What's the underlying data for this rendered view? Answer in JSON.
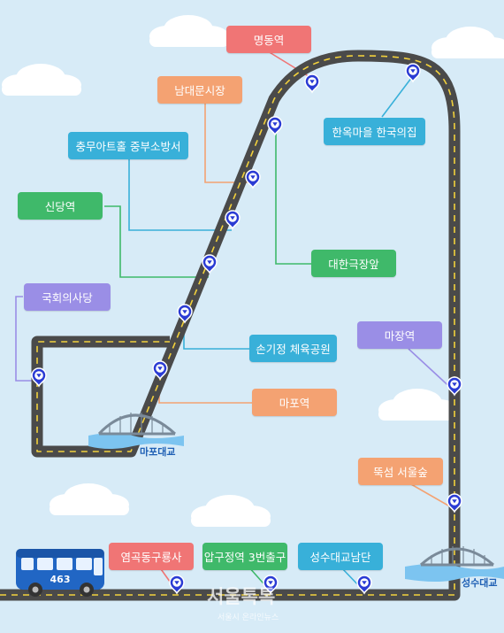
{
  "stops": [
    {
      "id": "myeongdong",
      "label": "명동역",
      "color": "red"
    },
    {
      "id": "namdaemun",
      "label": "남대문시장",
      "color": "orange"
    },
    {
      "id": "hanok",
      "label": "한옥마을 한국의집",
      "color": "cyan"
    },
    {
      "id": "chungmu",
      "label": "충무아트홀 중부소방서",
      "color": "cyan"
    },
    {
      "id": "sindang",
      "label": "신당역",
      "color": "green"
    },
    {
      "id": "daehan",
      "label": "대한극장앞",
      "color": "green"
    },
    {
      "id": "gukhoe",
      "label": "국회의사당",
      "color": "purple"
    },
    {
      "id": "majang",
      "label": "마장역",
      "color": "purple"
    },
    {
      "id": "songijeong",
      "label": "손기정 체육공원",
      "color": "cyan"
    },
    {
      "id": "mapo",
      "label": "마포역",
      "color": "orange"
    },
    {
      "id": "ttukseom",
      "label": "뚝섬 서울숲",
      "color": "orange"
    },
    {
      "id": "yeomgok",
      "label": "염곡동구룡사",
      "color": "red"
    },
    {
      "id": "apgujeong",
      "label": "압구정역 3번출구",
      "color": "green"
    },
    {
      "id": "seongsunam",
      "label": "성수대교남단",
      "color": "cyan"
    }
  ],
  "bus": {
    "number": "463"
  },
  "bridges": {
    "mapo": "마포대교",
    "seongsu": "성수대교"
  },
  "watermark": {
    "main": "서울톡톡",
    "sub": "서울시 온라인뉴스"
  },
  "colors": {
    "red": "#f07575",
    "orange": "#f4a272",
    "cyan": "#38b0d9",
    "green": "#3fb96a",
    "purple": "#9a8ee6",
    "road": "#4a4a4a",
    "road_dash": "#f2d13c",
    "pin": "#2a3bd4",
    "sky": "#d7ebf7"
  }
}
